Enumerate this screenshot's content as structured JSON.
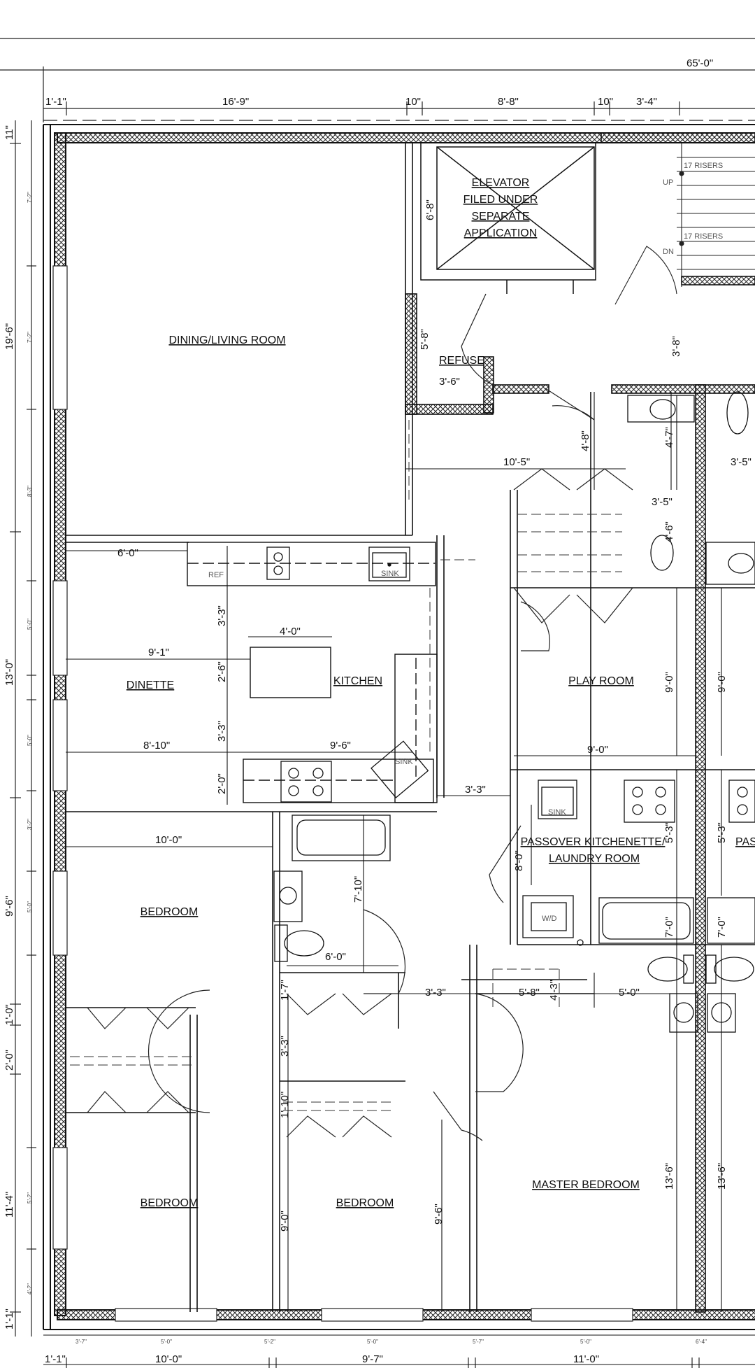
{
  "rooms": {
    "dining_living": "DINING/LIVING ROOM",
    "kitchen": "KITCHEN",
    "dinette": "DINETTE",
    "bedroom_1": "BEDROOM",
    "bedroom_2": "BEDROOM",
    "bedroom_3": "BEDROOM",
    "master_bedroom": "MASTER BEDROOM",
    "play_room": "PLAY ROOM",
    "passover_line1": "PASSOVER KITCHENETTE/",
    "passover_line2": "LAUNDRY ROOM",
    "pass_cut": "PASS",
    "refuse": "REFUSE",
    "elevator_line1": "ELEVATOR",
    "elevator_line2": "FILED UNDER",
    "elevator_line3": "SEPARATE",
    "elevator_line4": "APPLICATION"
  },
  "stairs": {
    "risers_up": "17 RISERS",
    "risers_dn": "17 RISERS",
    "up": "UP",
    "dn": "DN"
  },
  "fixtures": {
    "ref": "REF",
    "sink_1": "SINK",
    "sink_2": "SINK",
    "sink_3": "SINK",
    "wd": "W/D"
  },
  "dims_top": {
    "overall": "65'-0\"",
    "d1": "1'-1\"",
    "d2": "16'-9\"",
    "d3": "10\"",
    "d4": "8'-8\"",
    "d5": "10\"",
    "d6": "3'-4\""
  },
  "dims_left": {
    "d1": "11\"",
    "d2": "19'-6\"",
    "d3": "13'-0\"",
    "d4": "9'-6\"",
    "d5": "1'-0\"",
    "d6": "2'-0\"",
    "d7": "11'-4\"",
    "d8": "1'-1\""
  },
  "dims_left_small": {
    "s1": "7'-2\"",
    "s2": "7'-2\"",
    "s3": "8'-3\"",
    "s4": "5'-0\"",
    "s5": "5'-0\"",
    "s6": "3'-2\"",
    "s7": "5'-0\"",
    "s8": "5'-2\"",
    "s9": "4'-2\""
  },
  "dims_bottom": {
    "d1": "1'-1\"",
    "d2": "10'-0\"",
    "d3": "9'-7\"",
    "d4": "11'-0\""
  },
  "dims_bottom_small": {
    "s1": "3'-7\"",
    "s2": "5'-0\"",
    "s3": "5'-2\"",
    "s4": "5'-0\"",
    "s5": "5'-7\"",
    "s6": "5'-0\"",
    "s7": "6'-4\""
  },
  "dims_interior": {
    "elev_h": "6'-8\"",
    "refuse_h": "5'-8\"",
    "refuse_w": "3'-6\"",
    "stair_gap": "3'-8\"",
    "hall_w": "10'-5\"",
    "hall_v": "4'-8\"",
    "bath_v": "4'-7\"",
    "right_w": "3'-5\"",
    "closet_w": "3'-5\"",
    "closet_v": "4'-6\"",
    "ref_w": "6'-0\"",
    "k_v1": "3'-3\"",
    "island_w": "4'-0\"",
    "dinette_w": "9'-1\"",
    "k_v2": "2'-6\"",
    "k_v3": "3'-3\"",
    "counter_w": "8'-10\"",
    "sink_w": "9'-6\"",
    "k_v4": "2'-0\"",
    "k_gap": "3'-3\"",
    "play_w": "9'-0\"",
    "play_v": "9'-0\"",
    "play_v2": "9'-0\"",
    "kitchenette_v": "8'-0\"",
    "kitchenette_h": "5'-3\"",
    "kitchenette_h2": "5'-3\"",
    "bed1_w": "10'-0\"",
    "bath_h": "7'-10\"",
    "bath_w": "6'-0\"",
    "bath_r": "7'-0\"",
    "bath_r2": "7'-0\"",
    "hall2_w": "3'-3\"",
    "hall2_v1": "1'-7\"",
    "hall2_v2": "3'-3\"",
    "hall2_v3": "1'-10\"",
    "wic_w": "5'-8\"",
    "wic_v": "4'-3\"",
    "mb_w": "5'-0\"",
    "bed2_v": "9'-0\"",
    "bed3_v": "9'-6\"",
    "mb_v": "13'-6\"",
    "mb_v2": "13'-6\""
  }
}
